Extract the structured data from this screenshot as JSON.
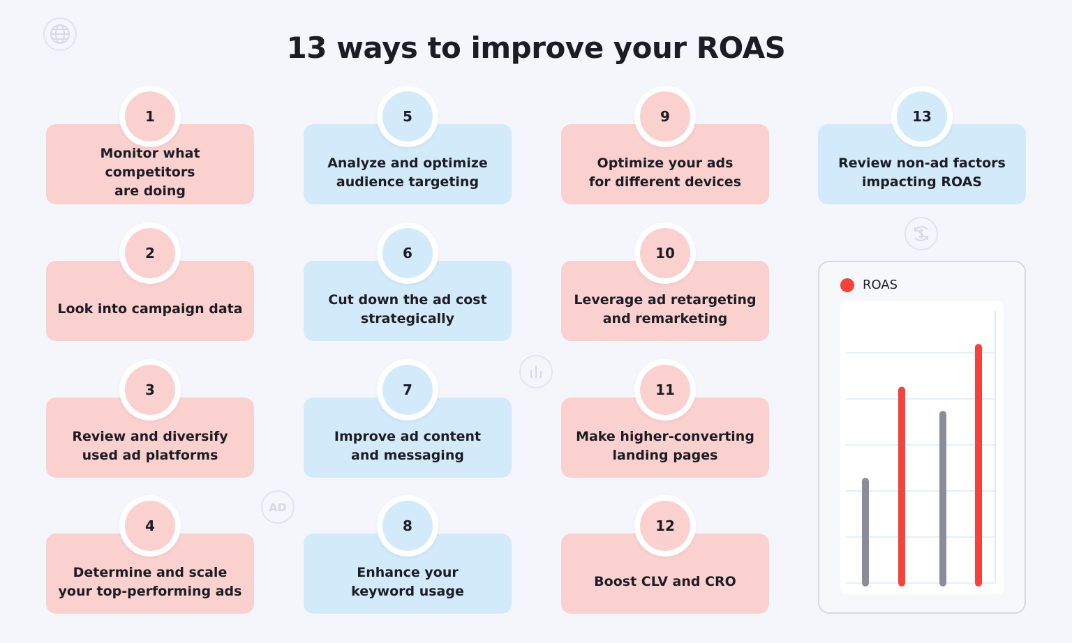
{
  "title": "13 ways to improve your ROAS",
  "colors": {
    "pink": "#fbd1d0",
    "blue": "#d3eafb",
    "red_bar": "#f5433a",
    "gray_bar": "#8a8d99"
  },
  "ways": [
    {
      "number": "1",
      "text": "Monitor what competitors\nare doing",
      "color": "pink"
    },
    {
      "number": "2",
      "text": "Look into campaign data",
      "color": "pink"
    },
    {
      "number": "3",
      "text": "Review and diversify\nused ad platforms",
      "color": "pink"
    },
    {
      "number": "4",
      "text": "Determine and scale\nyour top-performing ads",
      "color": "pink"
    },
    {
      "number": "5",
      "text": "Analyze and optimize\naudience targeting",
      "color": "blue"
    },
    {
      "number": "6",
      "text": "Cut down the ad cost\nstrategically",
      "color": "blue"
    },
    {
      "number": "7",
      "text": "Improve ad content\nand messaging",
      "color": "blue"
    },
    {
      "number": "8",
      "text": "Enhance your\nkeyword usage",
      "color": "blue"
    },
    {
      "number": "9",
      "text": "Optimize your ads\nfor different devices",
      "color": "pink"
    },
    {
      "number": "10",
      "text": "Leverage ad retargeting\nand remarketing",
      "color": "pink"
    },
    {
      "number": "11",
      "text": "Make higher-converting\nlanding pages",
      "color": "pink"
    },
    {
      "number": "12",
      "text": "Boost CLV and CRO",
      "color": "pink"
    },
    {
      "number": "13",
      "text": "Review non-ad factors\nimpacting ROAS",
      "color": "blue"
    }
  ],
  "decorations": {
    "globe_icon": "globe-icon",
    "dollar_icon": "dollar-cycle-icon",
    "bars_icon": "bar-chart-icon",
    "ad_badge": "AD"
  },
  "chart_data": {
    "type": "bar",
    "legend": [
      "ROAS"
    ],
    "values": [
      0.38,
      0.72,
      0.63,
      0.88
    ],
    "bar_colors": [
      "gray",
      "red",
      "gray",
      "red"
    ],
    "ylim": [
      0,
      1
    ],
    "grid": true
  }
}
